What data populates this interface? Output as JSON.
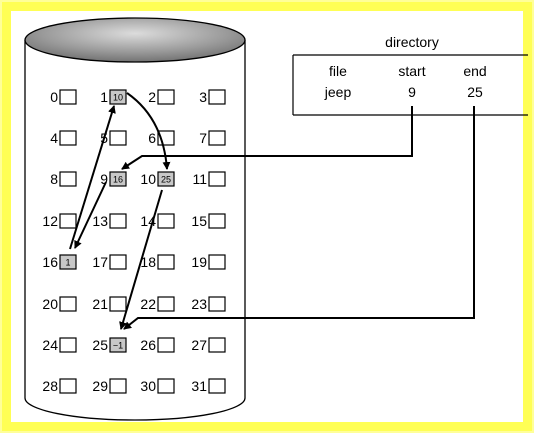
{
  "directory": {
    "title": "directory",
    "columns": [
      "file",
      "start",
      "end"
    ],
    "row": {
      "file": "jeep",
      "start": "9",
      "end": "25"
    }
  },
  "blocks": [
    "0",
    "1",
    "2",
    "3",
    "4",
    "5",
    "6",
    "7",
    "8",
    "9",
    "10",
    "11",
    "12",
    "13",
    "14",
    "15",
    "16",
    "17",
    "18",
    "19",
    "20",
    "21",
    "22",
    "23",
    "24",
    "25",
    "26",
    "27",
    "28",
    "29",
    "30",
    "31"
  ],
  "pointers": {
    "1": "10",
    "9": "16",
    "10": "25",
    "16": "1",
    "25": "−1"
  },
  "highlighted_blocks": [
    "1",
    "9",
    "10",
    "16",
    "25"
  ],
  "colors": {
    "frame": "#ffff55",
    "highlight_block": "#c8c8c8",
    "disk_top": "#8a8a8a"
  }
}
